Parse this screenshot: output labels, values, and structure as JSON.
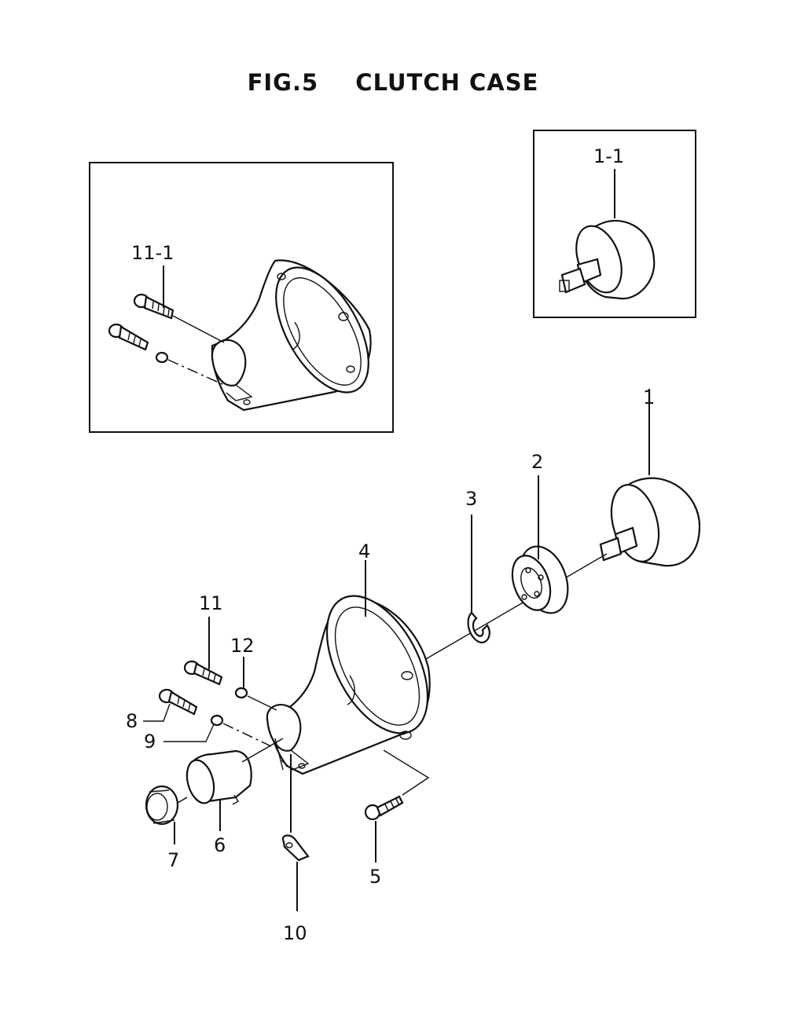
{
  "title": {
    "fig": "FIG.5",
    "name": "CLUTCH CASE"
  },
  "labels": {
    "p1": "1",
    "p1_1": "1-1",
    "p2": "2",
    "p3": "3",
    "p4": "4",
    "p5": "5",
    "p6": "6",
    "p7": "7",
    "p8": "8",
    "p9": "9",
    "p10": "10",
    "p11": "11",
    "p11_1": "11-1",
    "p12": "12"
  }
}
